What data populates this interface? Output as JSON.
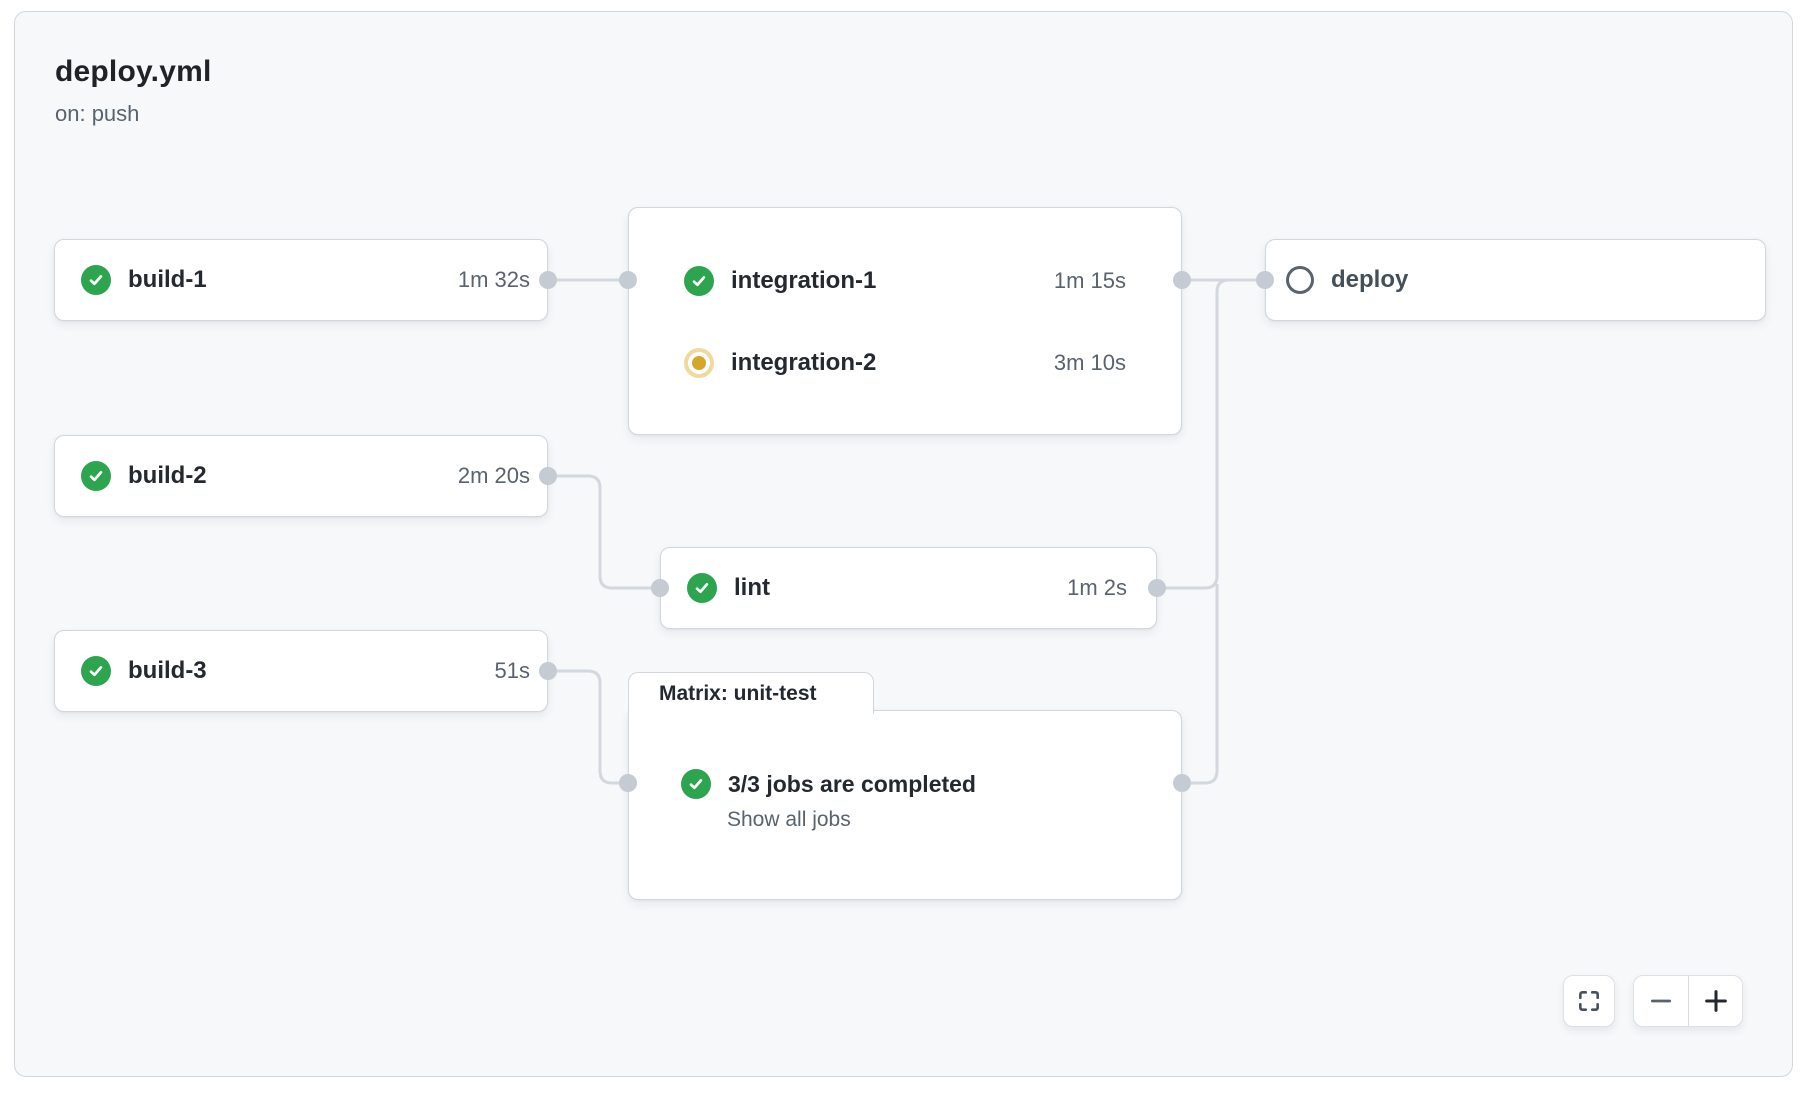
{
  "workflow": {
    "title": "deploy.yml",
    "trigger": "on: push"
  },
  "nodes": {
    "build1": {
      "name": "build-1",
      "duration": "1m 32s",
      "status": "success"
    },
    "build2": {
      "name": "build-2",
      "duration": "2m 20s",
      "status": "success"
    },
    "build3": {
      "name": "build-3",
      "duration": "51s",
      "status": "success"
    },
    "integration_group": {
      "jobs": [
        {
          "name": "integration-1",
          "duration": "1m 15s",
          "status": "success"
        },
        {
          "name": "integration-2",
          "duration": "3m 10s",
          "status": "in_progress"
        }
      ]
    },
    "lint": {
      "name": "lint",
      "duration": "1m 2s",
      "status": "success"
    },
    "matrix": {
      "label": "Matrix: unit-test",
      "summary": "3/3 jobs are completed",
      "link": "Show all jobs",
      "status": "success"
    },
    "deploy": {
      "name": "deploy",
      "status": "pending"
    }
  },
  "controls": {
    "fullscreen_icon": "expand-corners",
    "zoom_out_icon": "minus",
    "zoom_in_icon": "plus"
  },
  "colors": {
    "success": "#2da44e",
    "in_progress": "#d4a72c",
    "in_progress_ring": "#eed9a0",
    "pending": "#59636e",
    "connector_line": "#d2d8de",
    "connector_dot": "#c5cbd3",
    "panel_bg": "#f6f8fa",
    "border": "#d0d7de",
    "text_primary": "#24292f",
    "text_secondary": "#59636e"
  }
}
